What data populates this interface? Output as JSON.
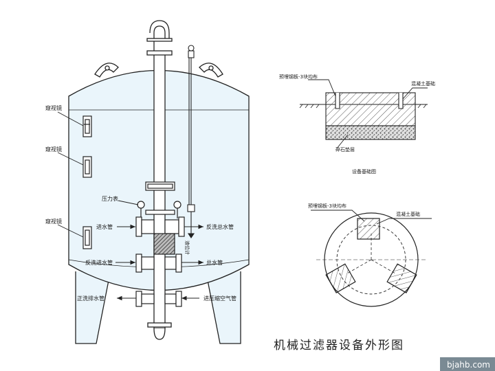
{
  "title": "机械过滤器设备外形图",
  "watermark": "bjahb.com",
  "tank_labels": {
    "sight_glass": "窥视镜",
    "pressure_gauge": "压力表",
    "inlet_pipe": "进水管",
    "backwash_main": "反洗总水管",
    "backwash_inlet": "反洗进水管",
    "main_water": "总水管",
    "forward_drain": "正洗排水管",
    "air_inlet": "进压缩空气管",
    "level_tube": "液位计"
  },
  "foundation": {
    "embedded_plate": "预埋钢板-3块均布",
    "concrete_base": "混凝土基础",
    "gravel_layer": "碎石垫层",
    "section_title": "设备基础图"
  },
  "colors": {
    "paper": "#ffffff",
    "tank_fill": "#eaf5fb",
    "line": "#222222",
    "dash": "#333333",
    "hatch": "#555555",
    "watermark_bg": "#7a8a94"
  }
}
